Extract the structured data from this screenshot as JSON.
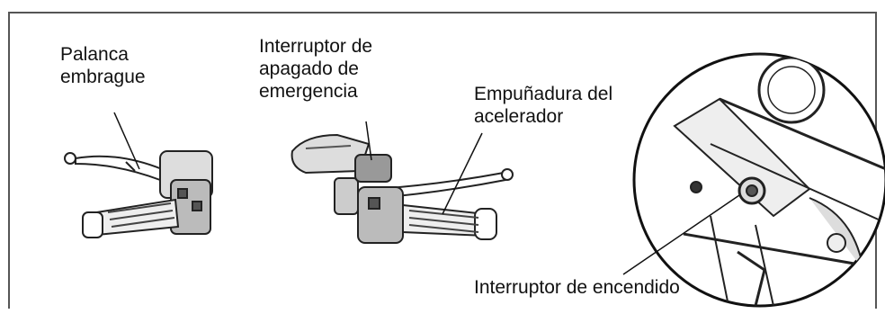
{
  "labels": {
    "clutch": [
      "Palanca",
      "embrague"
    ],
    "kill_switch": [
      "Interruptor de",
      "apagado de",
      "emergencia"
    ],
    "throttle": [
      "Empuñadura del",
      "acelerador"
    ],
    "ignition": "Interruptor de encendido"
  }
}
